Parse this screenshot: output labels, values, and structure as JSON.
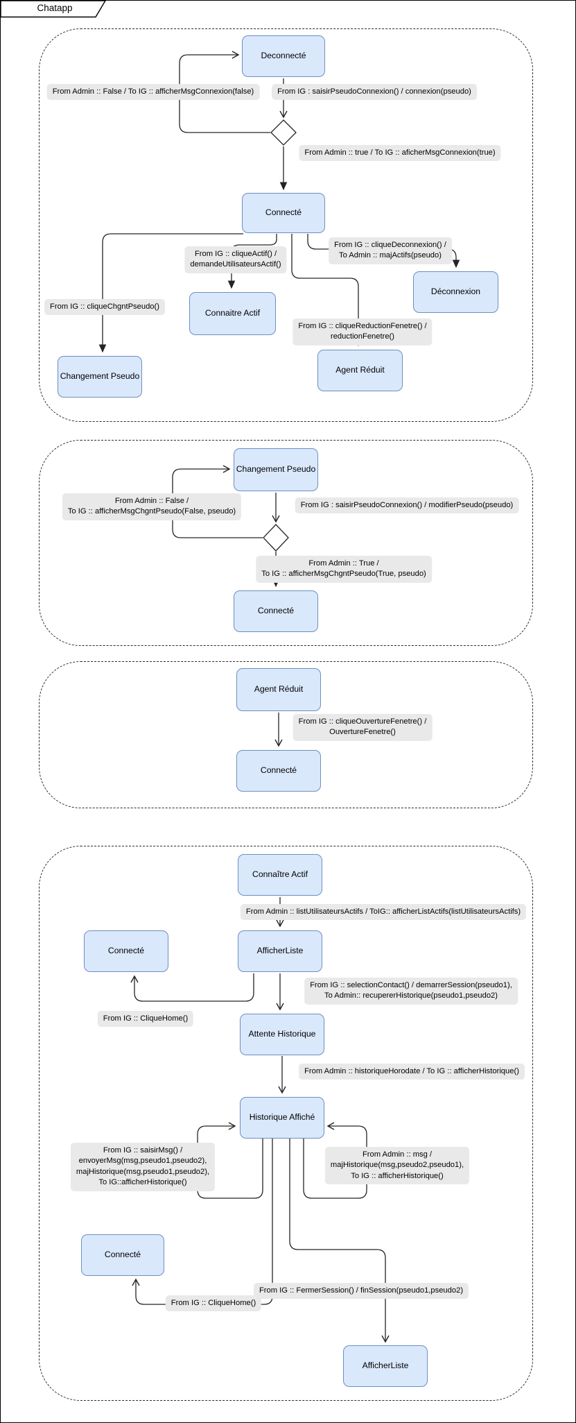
{
  "frame": {
    "title": "Chatapp"
  },
  "colors": {
    "state_fill": "#dae8fc",
    "state_border": "#6c8ebf",
    "edge_label_bg": "#e9e9e9",
    "line": "#242424"
  },
  "s1": {
    "states": {
      "deconnecte": "Deconnecté",
      "connecte": "Connecté",
      "changement_pseudo": "Changement Pseudo",
      "connaitre_actif": "Connaitre Actif",
      "deconnexion": "Déconnexion",
      "agent_reduit": "Agent Réduit"
    },
    "labels": {
      "admin_false": "From Admin :: False  / To IG :: afficherMsgConnexion(false)",
      "saisir_connexion": "From IG : saisirPseudoConnexion() / connexion(pseudo)",
      "admin_true": "From Admin :: true  / To IG :: aficherMsgConnexion(true)",
      "clique_chgnt": "From IG :: cliqueChgntPseudo()",
      "clique_actif_1": "From IG :: cliqueActif() /",
      "clique_actif_2": "demandeUtilisateursActif()",
      "clique_deco_1": "From IG :: cliqueDeconnexion() /",
      "clique_deco_2": "To Admin :: majActifs(pseudo)",
      "reduction_1": "From IG :: cliqueReductionFenetre() /",
      "reduction_2": "reductionFenetre()"
    }
  },
  "s2": {
    "states": {
      "changement_pseudo": "Changement Pseudo",
      "connecte": "Connecté"
    },
    "labels": {
      "admin_false_1": "From Admin :: False /",
      "admin_false_2": "To IG :: afficherMsgChgntPseudo(False, pseudo)",
      "modifier": "From IG : saisirPseudoConnexion() / modifierPseudo(pseudo)",
      "admin_true_1": "From Admin :: True /",
      "admin_true_2": "To IG :: afficherMsgChgntPseudo(True, pseudo)"
    }
  },
  "s3": {
    "states": {
      "agent_reduit": "Agent Réduit",
      "connecte": "Connecté"
    },
    "labels": {
      "ouverture_1": "From IG :: cliqueOuvertureFenetre() /",
      "ouverture_2": "OuvertureFenetre()"
    }
  },
  "s4": {
    "states": {
      "connaitre_actif": "Connaître Actif",
      "connecte_a": "Connecté",
      "afficher_liste": "AfficherListe",
      "attente_historique": "Attente Historique",
      "historique_affiche": "Historique Affiché",
      "connecte_b": "Connecté",
      "afficher_liste_b": "AfficherListe"
    },
    "labels": {
      "list_actifs": "From Admin :: listUtilisateursActifs / ToIG:: afficherListActifs(listUtilisateursActifs)",
      "selection_1": "From IG :: selectionContact() / demarrerSession(pseudo1),",
      "selection_2": "To Admin:: recupererHistorique(pseudo1,pseudo2)",
      "clique_home_a": "From IG :: CliqueHome()",
      "horodate": "From Admin :: historiqueHorodate / To IG :: afficherHistorique()",
      "saisir_msg_1": "From IG :: saisirMsg() /",
      "saisir_msg_2": "envoyerMsg(msg,pseudo1,pseudo2),",
      "saisir_msg_3": "majHistorique(msg,pseudo1,pseudo2),",
      "saisir_msg_4": "To IG::afficherHistorique()",
      "admin_msg_1": "From Admin :: msg /",
      "admin_msg_2": "majHistorique(msg,pseudo2,pseudo1),",
      "admin_msg_3": "To IG :: afficherHistorique()",
      "clique_home_b": "From IG :: CliqueHome()",
      "fermer_session": "From IG :: FermerSession() / finSession(pseudo1,pseudo2)"
    }
  }
}
